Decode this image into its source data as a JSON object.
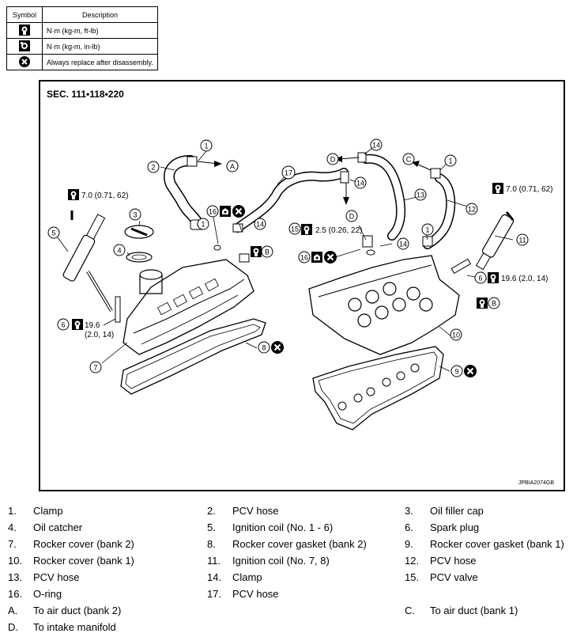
{
  "symbol_table": {
    "headers": [
      "Symbol",
      "Description"
    ],
    "rows": [
      {
        "icon": "torque-wrench-icon",
        "description": "N·m (kg-m, ft-lb)"
      },
      {
        "icon": "torque-wrench-small-icon",
        "description": "N·m (kg-m, in-lb)"
      },
      {
        "icon": "always-replace-icon",
        "description": "Always replace after disassembly."
      }
    ]
  },
  "diagram": {
    "section": "SEC. 111•118•220",
    "figure_code": "JPBIA2074GB",
    "callouts": {
      "n1": "1",
      "n2": "2",
      "n3": "3",
      "n4": "4",
      "n5": "5",
      "n6": "6",
      "n7": "7",
      "n8": "8",
      "n9": "9",
      "n10": "10",
      "n11": "11",
      "n12": "12",
      "n13": "13",
      "n14": "14",
      "n15": "15",
      "n16": "16",
      "n17": "17",
      "A": "A",
      "B": "B",
      "C": "C",
      "D": "D"
    },
    "torques": {
      "ignition_coil": "7.0 (0.71, 62)",
      "spark_plug_line1": "19.6",
      "spark_plug_line2": "(2.0, 14)",
      "spark_plug_inline": "19.6 (2.0, 14)",
      "pcv_valve": "2.5 (0.26, 22)"
    }
  },
  "legend": [
    {
      "num": "1.",
      "name": "Clamp"
    },
    {
      "num": "2.",
      "name": "PCV hose"
    },
    {
      "num": "3.",
      "name": "Oil filler cap"
    },
    {
      "num": "4.",
      "name": "Oil catcher"
    },
    {
      "num": "5.",
      "name": "Ignition coil (No. 1 - 6)"
    },
    {
      "num": "6.",
      "name": "Spark plug"
    },
    {
      "num": "7.",
      "name": "Rocker cover (bank 2)"
    },
    {
      "num": "8.",
      "name": "Rocker cover gasket (bank 2)"
    },
    {
      "num": "9.",
      "name": "Rocker cover gasket (bank 1)"
    },
    {
      "num": "10.",
      "name": "Rocker cover (bank 1)"
    },
    {
      "num": "11.",
      "name": "Ignition coil (No. 7, 8)"
    },
    {
      "num": "12.",
      "name": "PCV hose"
    },
    {
      "num": "13.",
      "name": "PCV hose"
    },
    {
      "num": "14.",
      "name": "Clamp"
    },
    {
      "num": "15.",
      "name": "PCV valve"
    },
    {
      "num": "16.",
      "name": "O-ring"
    },
    {
      "num": "17.",
      "name": "PCV hose"
    },
    {
      "num": "A.",
      "name": "To air duct (bank 2)"
    },
    {
      "num": "C.",
      "name": "To air duct (bank 1)"
    },
    {
      "num": "D.",
      "name": "To intake manifold"
    }
  ]
}
